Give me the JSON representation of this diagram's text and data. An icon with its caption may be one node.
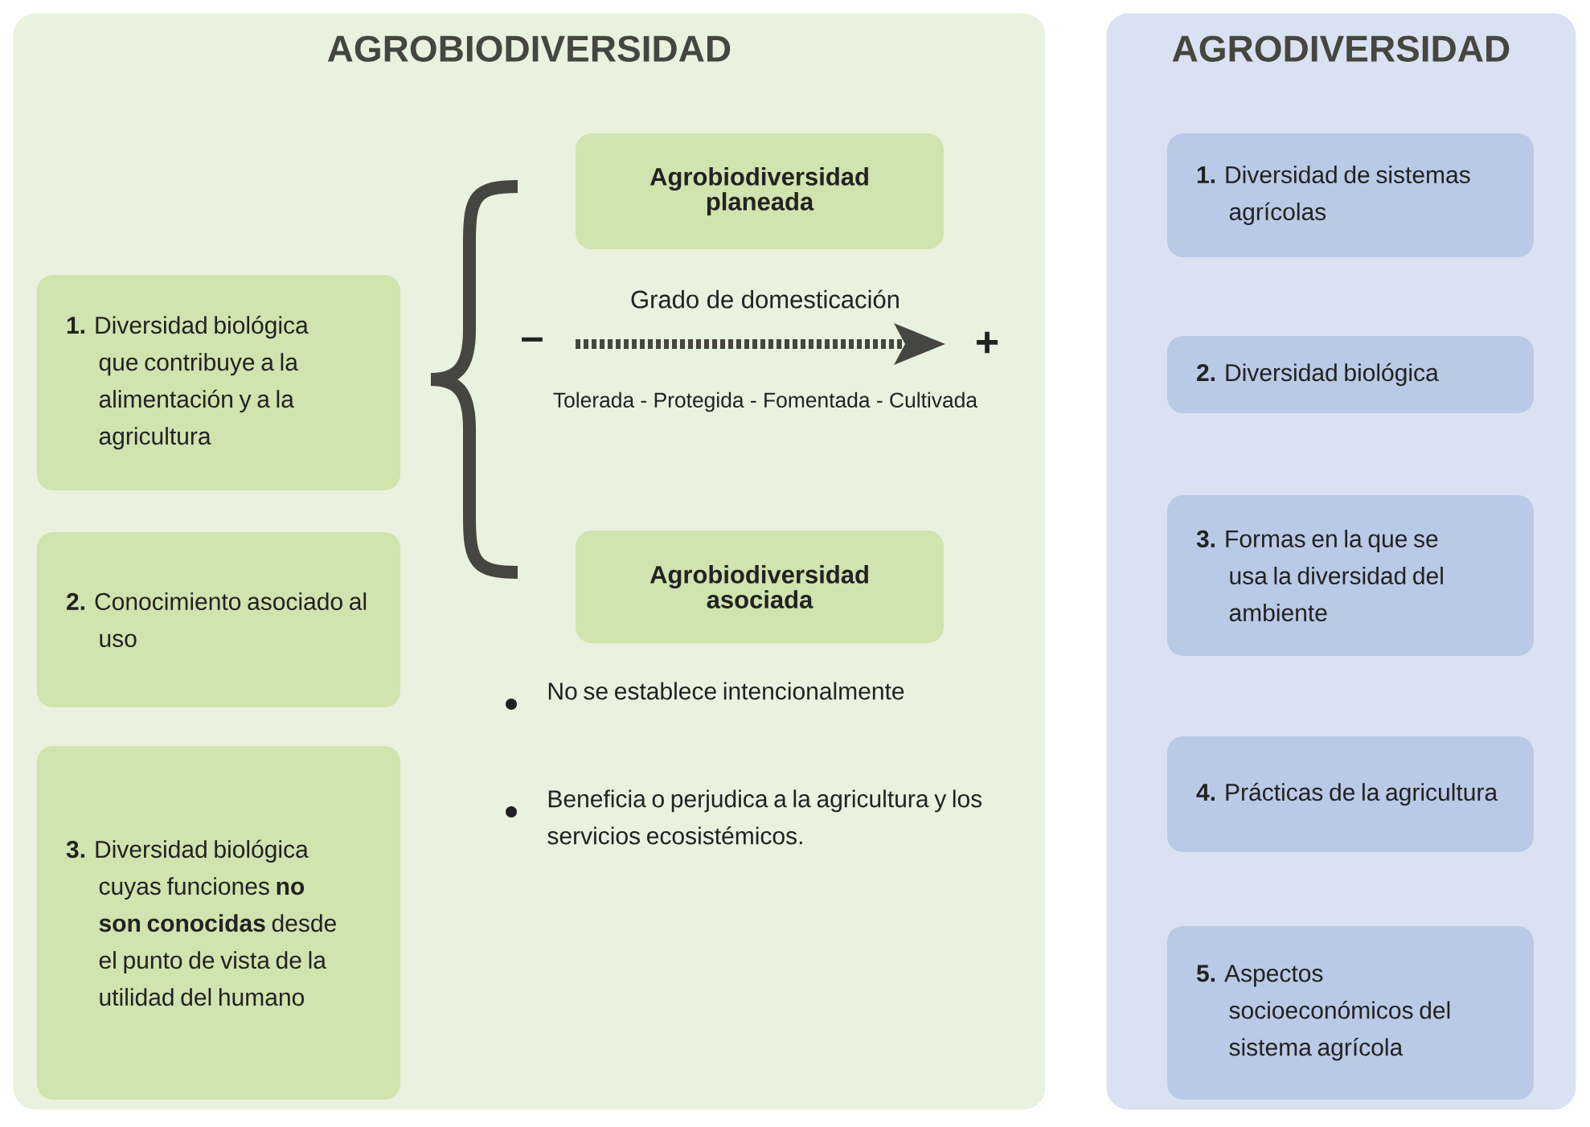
{
  "diagram": {
    "nodes": [
      {
        "text": [
          "AGRO**BIO**DIVERSIDAD"
        ]
      },
      {
        "text": [
          "**1.** Diversidad biológica que contribuye a la alimentación y a la agricultura"
        ],
        "in": 0
      },
      {
        "text": [
          "**2.** Conocimiento asociado al uso"
        ],
        "in": 0
      },
      {
        "text": [
          "**3.** Diversidad biológica cuyas funciones **no son conocidas** desde el punto de vista de la utilidad del humano"
        ],
        "in": 0
      },
      {
        "text": [
          "Agrobiodiversidad planeada"
        ],
        "in": 0
      },
      {
        "text": [
          "Agrobiodiversidad asociada"
        ],
        "in": 0
      },
      {
        "text": [
          "AGRODIVERSIDAD"
        ]
      },
      {
        "text": [
          "**1.** Diversidad de sistemas agrícolas"
        ],
        "in": 6
      },
      {
        "text": [
          "**2.** Diversidad biológica"
        ],
        "in": 6
      },
      {
        "text": [
          "**3.** Formas en la que se usa la diversidad del ambiente"
        ],
        "in": 6
      },
      {
        "text": [
          "**4.** Prácticas de la agricultura"
        ],
        "in": 6
      },
      {
        "text": [
          "**5.** Aspectos socioeconómicos del sistema agrícola"
        ],
        "in": 6
      }
    ],
    "labels": [
      "Grado de domesticación",
      "–",
      "+",
      "Tolerada - Protegida - Fomentada - Cultivada",
      "No se establece intencionalmente",
      "Beneficia o perjudica a la agricultura y los servicios ecosistémicos."
    ]
  }
}
